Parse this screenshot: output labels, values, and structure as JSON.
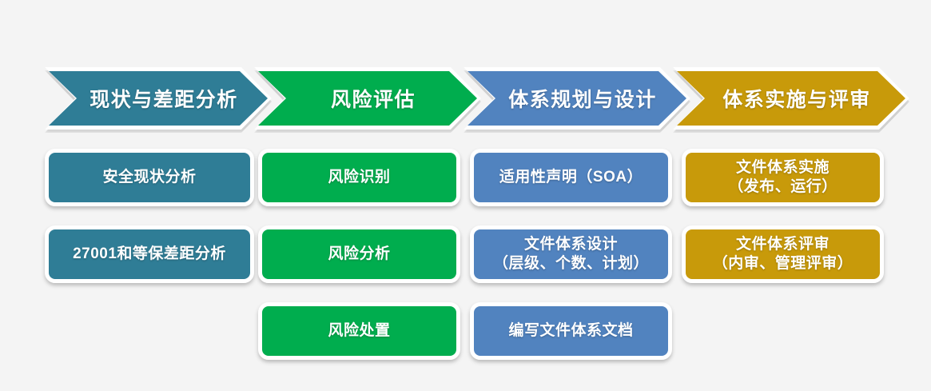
{
  "diagram": {
    "title_semantic": "information-security-management-system-roadmap",
    "background_color": "#f4f4f4",
    "phases": [
      {
        "id": "phase-1",
        "label": "现状与差距分析",
        "color": "#2f7d96",
        "tasks": [
          {
            "id": "task-1-1",
            "label": "安全现状分析"
          },
          {
            "id": "task-1-2",
            "label": "27001和等保差距分析"
          }
        ]
      },
      {
        "id": "phase-2",
        "label": "风险评估",
        "color": "#00ad4e",
        "tasks": [
          {
            "id": "task-2-1",
            "label": "风险识别"
          },
          {
            "id": "task-2-2",
            "label": "风险分析"
          },
          {
            "id": "task-2-3",
            "label": "风险处置"
          }
        ]
      },
      {
        "id": "phase-3",
        "label": "体系规划与设计",
        "color": "#5183bf",
        "tasks": [
          {
            "id": "task-3-1",
            "label": "适用性声明（SOA）"
          },
          {
            "id": "task-3-2",
            "label": "文件体系设计\n（层级、个数、计划）"
          },
          {
            "id": "task-3-3",
            "label": "编写文件体系文档"
          }
        ]
      },
      {
        "id": "phase-4",
        "label": "体系实施与评审",
        "color": "#c89a0a",
        "tasks": [
          {
            "id": "task-4-1",
            "label": "文件体系实施\n（发布、运行）"
          },
          {
            "id": "task-4-2",
            "label": "文件体系评审\n（内审、管理评审）"
          }
        ]
      }
    ]
  }
}
